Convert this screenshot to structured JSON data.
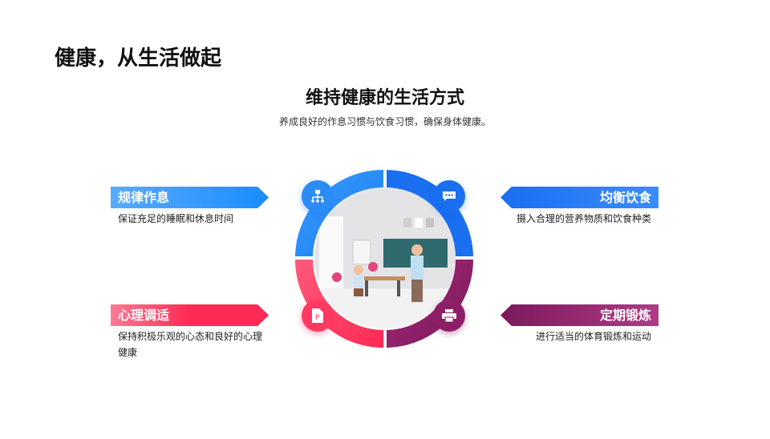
{
  "title": "健康，从生活做起",
  "subtitle": "维持健康的生活方式",
  "description": "养成良好的作息习惯与饮食习惯，确保身体健康。",
  "items": [
    {
      "label": "规律作息",
      "text": "保证充足的睡眠和休息时间",
      "icon": "sitemap-icon",
      "color": "#1a8cff"
    },
    {
      "label": "均衡饮食",
      "text": "摄入合理的营养物质和饮食种类",
      "icon": "chat-icon",
      "color": "#1a6ef0"
    },
    {
      "label": "心理调适",
      "text": "保持积极乐观的心态和良好的心理健康",
      "icon": "ppt-file-icon",
      "color": "#ff2a55"
    },
    {
      "label": "定期锻炼",
      "text": "进行适当的体育锻炼和运动",
      "icon": "printer-icon",
      "color": "#8e1e66"
    }
  ]
}
